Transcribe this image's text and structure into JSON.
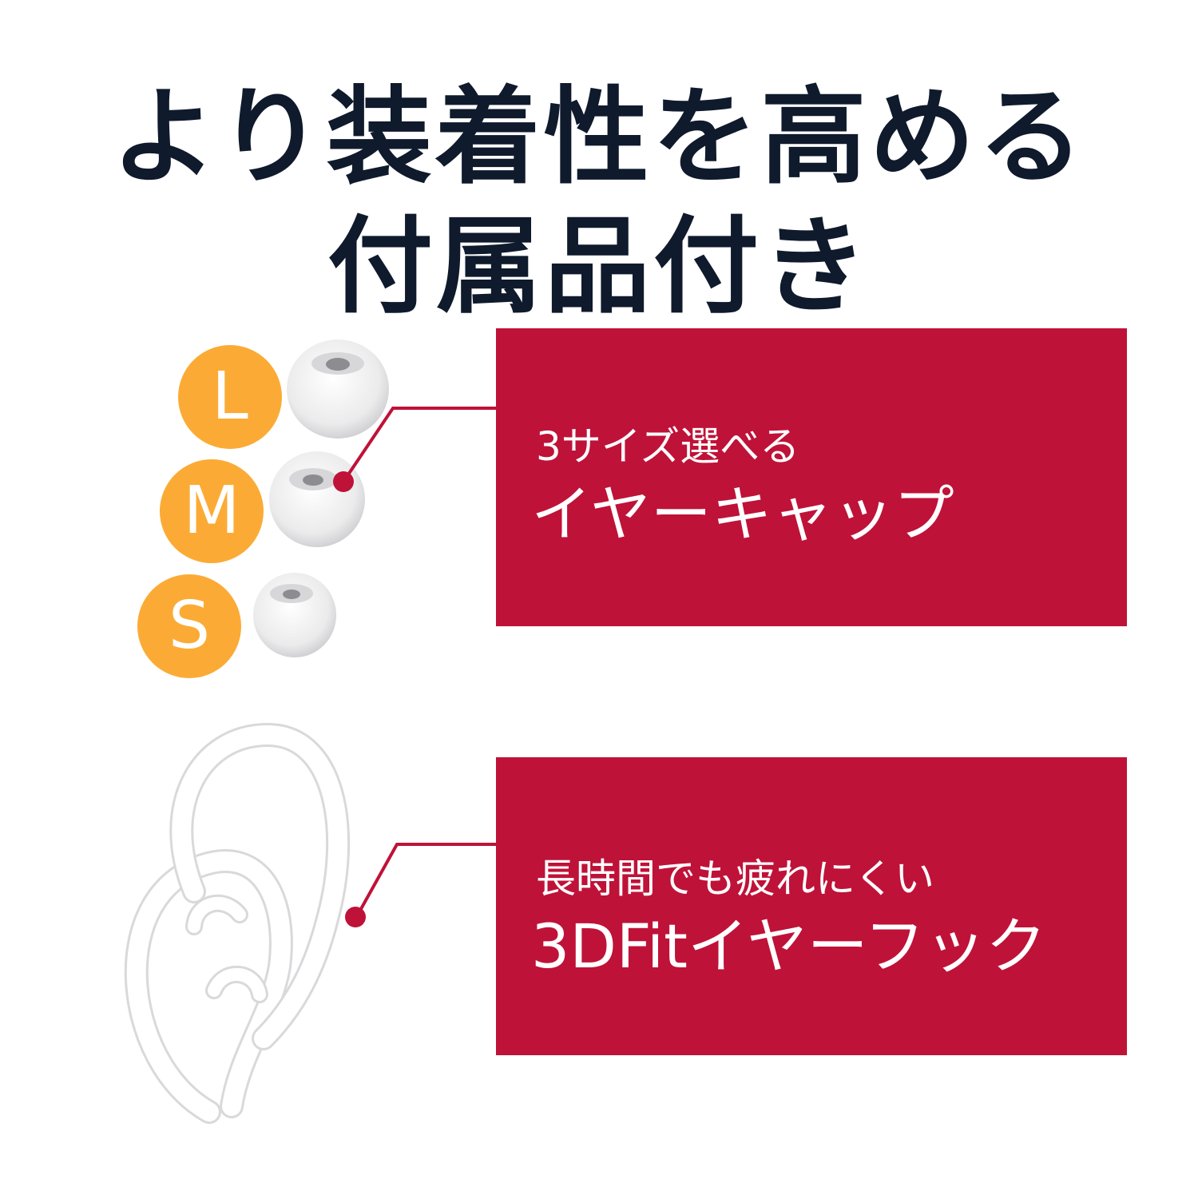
{
  "headline": {
    "line1": "より装着性を高める",
    "line2": "付属品付き"
  },
  "eartips": {
    "sizes": [
      "L",
      "M",
      "S"
    ],
    "caption_sub": "3サイズ選べる",
    "caption_main": "イヤーキャップ"
  },
  "earhook": {
    "caption_sub": "長時間でも疲れにくい",
    "caption_main": "3DFitイヤーフック"
  },
  "colors": {
    "accent_red": "#bf1238",
    "badge_orange": "#fbab35",
    "headline_navy": "#0f1a2c"
  }
}
